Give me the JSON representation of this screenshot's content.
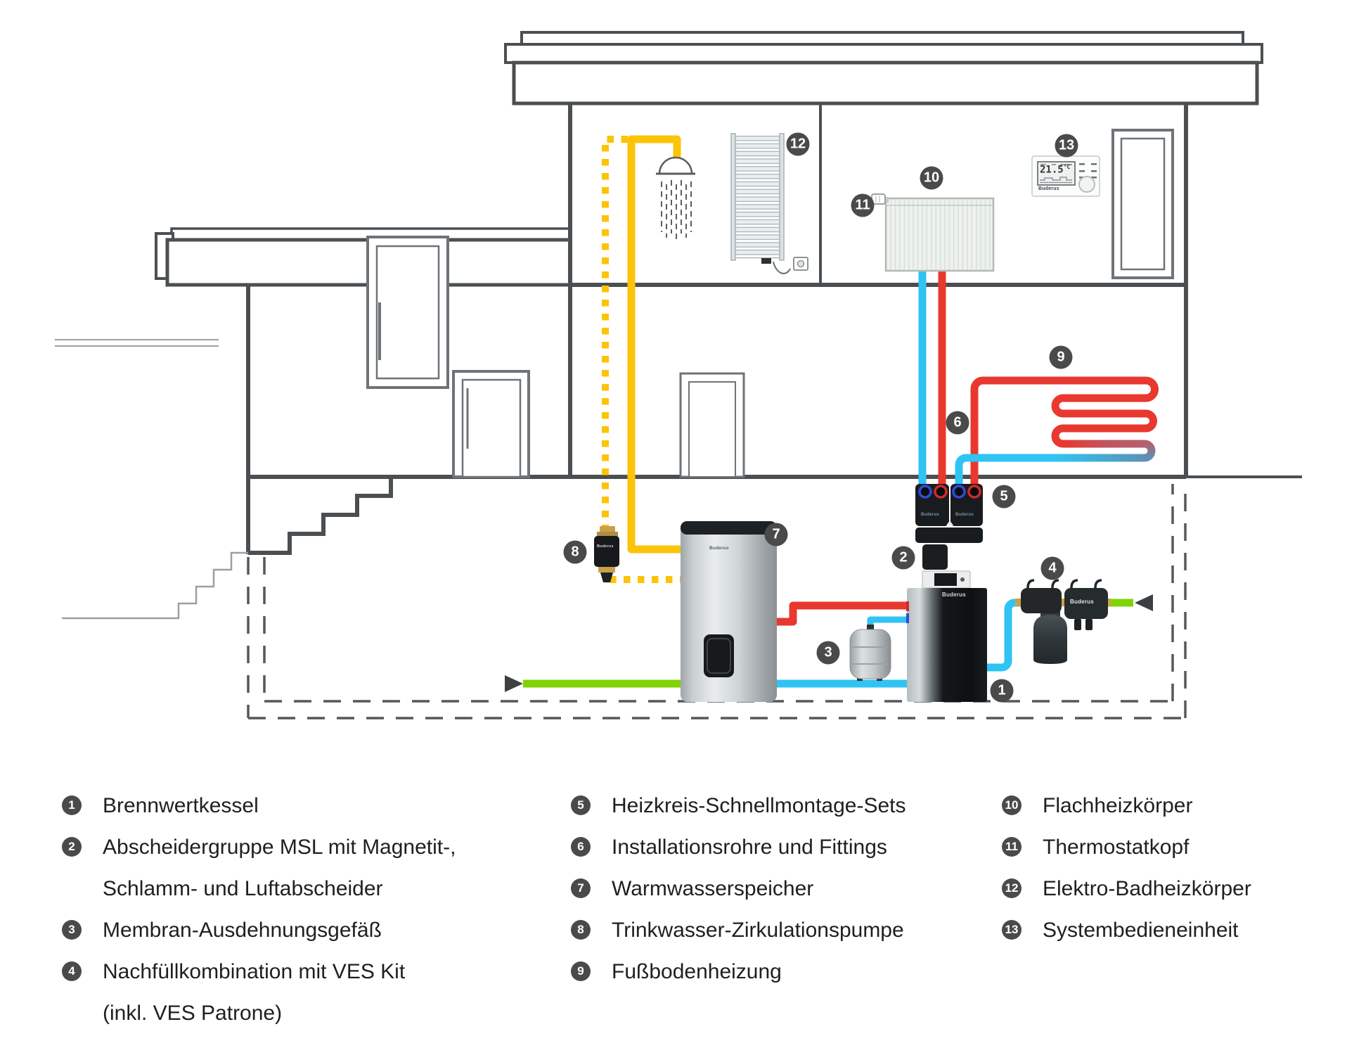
{
  "diagram": {
    "badges": [
      "1",
      "2",
      "3",
      "4",
      "5",
      "6",
      "7",
      "8",
      "9",
      "10",
      "11",
      "12",
      "13"
    ],
    "brand": "Buderus",
    "control_unit": {
      "temperature": "21.5",
      "temp_unit": "°C",
      "brand": "Buderus"
    }
  },
  "legend": {
    "columns": [
      {
        "items": [
          {
            "num": "1",
            "lines": [
              "Brennwertkessel"
            ]
          },
          {
            "num": "2",
            "lines": [
              "Abscheidergruppe MSL mit Magnetit-,",
              "Schlamm- und Luftabscheider"
            ]
          },
          {
            "num": "3",
            "lines": [
              "Membran-Ausdehnungsgefäß"
            ]
          },
          {
            "num": "4",
            "lines": [
              "Nachfüllkombination mit VES Kit",
              "(inkl. VES Patrone)"
            ]
          }
        ]
      },
      {
        "items": [
          {
            "num": "5",
            "lines": [
              "Heizkreis-Schnellmontage-Sets"
            ]
          },
          {
            "num": "6",
            "lines": [
              "Installationsrohre und Fittings"
            ]
          },
          {
            "num": "7",
            "lines": [
              "Warmwasserspeicher"
            ]
          },
          {
            "num": "8",
            "lines": [
              "Trinkwasser-Zirkulationspumpe"
            ]
          },
          {
            "num": "9",
            "lines": [
              "Fußbodenheizung"
            ]
          }
        ]
      },
      {
        "items": [
          {
            "num": "10",
            "lines": [
              "Flachheizkörper"
            ]
          },
          {
            "num": "11",
            "lines": [
              "Thermostatkopf"
            ]
          },
          {
            "num": "12",
            "lines": [
              "Elektro-Badheizkörper"
            ]
          },
          {
            "num": "13",
            "lines": [
              "Systembedieneinheit"
            ]
          }
        ]
      }
    ]
  },
  "colors": {
    "heating_supply": "#e8382f",
    "heating_return": "#2fc4f3",
    "hot_water": "#fcc408",
    "fresh_water": "#80d405",
    "wall_dark": "#4b4f52",
    "badge_bg": "#4a4a4a",
    "text": "#1f1f1f"
  }
}
